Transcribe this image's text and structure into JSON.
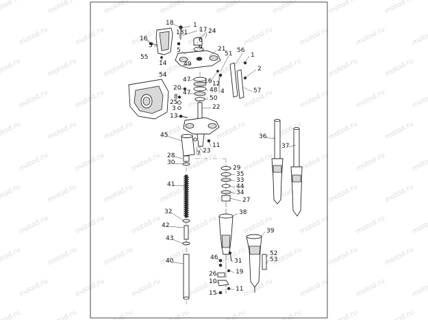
{
  "watermark": {
    "text": "motod.ru"
  },
  "callouts": [
    {
      "id": "c18",
      "label": "18"
    },
    {
      "id": "c1a",
      "label": "1"
    },
    {
      "id": "c17",
      "label": "17"
    },
    {
      "id": "c181",
      "label": "181"
    },
    {
      "id": "c24",
      "label": "24"
    },
    {
      "id": "c16a",
      "label": "16"
    },
    {
      "id": "c6",
      "label": "6"
    },
    {
      "id": "c5a",
      "label": "5"
    },
    {
      "id": "c9",
      "label": "9"
    },
    {
      "id": "c55",
      "label": "55"
    },
    {
      "id": "c5b",
      "label": "5"
    },
    {
      "id": "c21",
      "label": "21"
    },
    {
      "id": "c56",
      "label": "56"
    },
    {
      "id": "c51",
      "label": "51"
    },
    {
      "id": "c1b",
      "label": "1"
    },
    {
      "id": "c14",
      "label": "14"
    },
    {
      "id": "c49",
      "label": "49"
    },
    {
      "id": "c2",
      "label": "2"
    },
    {
      "id": "c54",
      "label": "54"
    },
    {
      "id": "c47a",
      "label": "47"
    },
    {
      "id": "c16b",
      "label": "16"
    },
    {
      "id": "c12",
      "label": "12"
    },
    {
      "id": "c57",
      "label": "57"
    },
    {
      "id": "c20",
      "label": "20"
    },
    {
      "id": "c48",
      "label": "48"
    },
    {
      "id": "c4",
      "label": "4"
    },
    {
      "id": "c47b",
      "label": "47"
    },
    {
      "id": "c8",
      "label": "8"
    },
    {
      "id": "c50",
      "label": "50"
    },
    {
      "id": "c25",
      "label": "25"
    },
    {
      "id": "c3",
      "label": "3"
    },
    {
      "id": "c22",
      "label": "22"
    },
    {
      "id": "c13",
      "label": "13"
    },
    {
      "id": "c45",
      "label": "45"
    },
    {
      "id": "c36",
      "label": "36"
    },
    {
      "id": "c37",
      "label": "37"
    },
    {
      "id": "c11",
      "label": "11"
    },
    {
      "id": "c23",
      "label": "23"
    },
    {
      "id": "c7",
      "label": "7"
    },
    {
      "id": "c28",
      "label": "28"
    },
    {
      "id": "c30",
      "label": "30"
    },
    {
      "id": "c29",
      "label": "29"
    },
    {
      "id": "c35",
      "label": "35"
    },
    {
      "id": "c33",
      "label": "33"
    },
    {
      "id": "c41",
      "label": "41"
    },
    {
      "id": "c44",
      "label": "44"
    },
    {
      "id": "c34",
      "label": "34"
    },
    {
      "id": "c27",
      "label": "27"
    },
    {
      "id": "c38",
      "label": "38"
    },
    {
      "id": "c32",
      "label": "32"
    },
    {
      "id": "c42",
      "label": "42"
    },
    {
      "id": "c39",
      "label": "39"
    },
    {
      "id": "c43",
      "label": "43"
    },
    {
      "id": "c52",
      "label": "52"
    },
    {
      "id": "c53",
      "label": "53"
    },
    {
      "id": "c46",
      "label": "46"
    },
    {
      "id": "c31",
      "label": "31"
    },
    {
      "id": "c40",
      "label": "40"
    },
    {
      "id": "c26",
      "label": "26"
    },
    {
      "id": "c19",
      "label": "19"
    },
    {
      "id": "c10",
      "label": "10"
    },
    {
      "id": "c11b",
      "label": "11"
    },
    {
      "id": "c15",
      "label": "15"
    }
  ]
}
